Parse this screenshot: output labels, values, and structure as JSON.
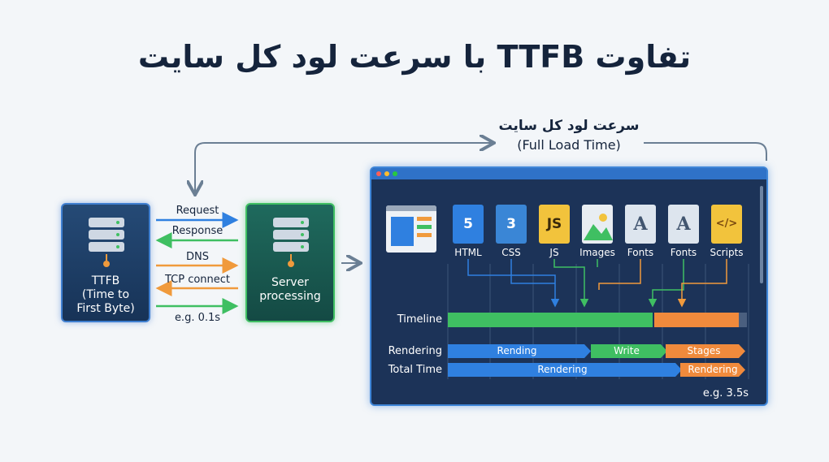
{
  "title": "تفاوت TTFB با سرعت لود کل سایت",
  "full_load": {
    "fa": "سرعت لود کل سایت",
    "en": "(Full Load Time)"
  },
  "ttfb_box": {
    "label": "TTFB\n(Time to\nFirst Byte)"
  },
  "server_box": {
    "label": "Server\nprocessing"
  },
  "arrows": [
    {
      "label": "Request",
      "direction": "right",
      "color": "#2f80e0"
    },
    {
      "label": "Response",
      "direction": "left",
      "color": "#3fbf62"
    },
    {
      "label": "DNS",
      "direction": "right",
      "color": "#f09a3c"
    },
    {
      "label": "TCP connect",
      "direction": "left",
      "color": "#f09a3c"
    },
    {
      "label": "e.g. 0.1s",
      "direction": "right",
      "color": "#3fbf62"
    }
  ],
  "resources": [
    {
      "label": "HTML",
      "glyph": "5",
      "color": "#2f80e0",
      "icon": "html-icon"
    },
    {
      "label": "CSS",
      "glyph": "3",
      "color": "#3a86d6",
      "icon": "css-icon"
    },
    {
      "label": "JS",
      "glyph": "JS",
      "color": "#f2c33c",
      "icon": "js-icon"
    },
    {
      "label": "Images",
      "glyph": "",
      "color": "#e8edf2",
      "icon": "image-icon"
    },
    {
      "label": "Fonts",
      "glyph": "A",
      "color": "#dde5ee",
      "icon": "font-icon"
    },
    {
      "label": "Fonts",
      "glyph": "A",
      "color": "#dde5ee",
      "icon": "font-icon"
    },
    {
      "label": "Scripts",
      "glyph": "</>",
      "color": "#f2c33c",
      "icon": "script-icon"
    }
  ],
  "rows": {
    "timeline": "Timeline",
    "rendering": "Rendering",
    "total_time": "Total Time"
  },
  "rendering_segments": [
    {
      "label": "Rending",
      "color": "#2f80e0"
    },
    {
      "label": "Write",
      "color": "#3fbf62"
    },
    {
      "label": "Stages",
      "color": "#f08a3c"
    }
  ],
  "total_segments": [
    {
      "label": "Rendering",
      "color": "#2f80e0"
    },
    {
      "label": "Rendering",
      "color": "#f08a3c"
    }
  ],
  "example": "e.g. 3.5s",
  "colors": {
    "blue": "#2f80e0",
    "green": "#3fbf62",
    "orange": "#f09a3c",
    "navy": "#15243c"
  }
}
